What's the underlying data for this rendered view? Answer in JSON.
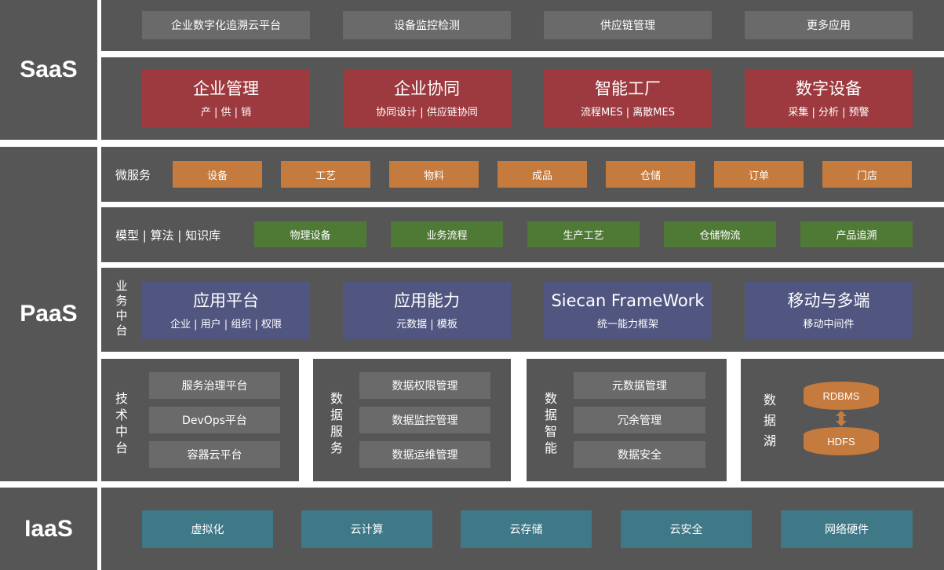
{
  "layers": {
    "saas": "SaaS",
    "paas": "PaaS",
    "iaas": "IaaS"
  },
  "saas": {
    "top_apps": [
      "企业数字化追溯云平台",
      "设备监控检测",
      "供应链管理",
      "更多应用"
    ],
    "modules": [
      {
        "title": "企业管理",
        "sub": "产 | 供 | 销"
      },
      {
        "title": "企业协同",
        "sub": "协同设计 | 供应链协同"
      },
      {
        "title": "智能工厂",
        "sub": "流程MES | 离散MES"
      },
      {
        "title": "数字设备",
        "sub": "采集 | 分析 | 预警"
      }
    ]
  },
  "paas": {
    "microservice_label": "微服务",
    "microservices": [
      "设备",
      "工艺",
      "物料",
      "成品",
      "仓储",
      "订单",
      "门店"
    ],
    "model_label": "模型 | 算法 | 知识库",
    "models": [
      "物理设备",
      "业务流程",
      "生产工艺",
      "仓储物流",
      "产品追溯"
    ],
    "business_label": "业务中台",
    "business": [
      {
        "title": "应用平台",
        "sub": "企业 | 用户 | 组织 | 权限"
      },
      {
        "title": "应用能力",
        "sub": "元数据 | 模板"
      },
      {
        "title": "Siecan FrameWork",
        "sub": "统一能力框架"
      },
      {
        "title": "移动与多端",
        "sub": "移动中间件"
      }
    ],
    "tech": {
      "label": "技术中台",
      "items": [
        "服务治理平台",
        "DevOps平台",
        "容器云平台"
      ]
    },
    "data_service": {
      "label": "数据服务",
      "items": [
        "数据权限管理",
        "数据监控管理",
        "数据运维管理"
      ]
    },
    "data_intel": {
      "label": "数据智能",
      "items": [
        "元数据管理",
        "冗余管理",
        "数据安全"
      ]
    },
    "data_lake": {
      "label": "数据湖",
      "top": "RDBMS",
      "bottom": "HDFS"
    }
  },
  "iaas": {
    "items": [
      "虚拟化",
      "云计算",
      "云存储",
      "云安全",
      "网络硬件"
    ]
  },
  "colors": {
    "panel": "#565656",
    "red": "#9d3a3f",
    "blue": "#505680",
    "orange": "#c57a3e",
    "green": "#4f7a36",
    "teal": "#3f7887",
    "gray_box": "#6a6a6a"
  }
}
